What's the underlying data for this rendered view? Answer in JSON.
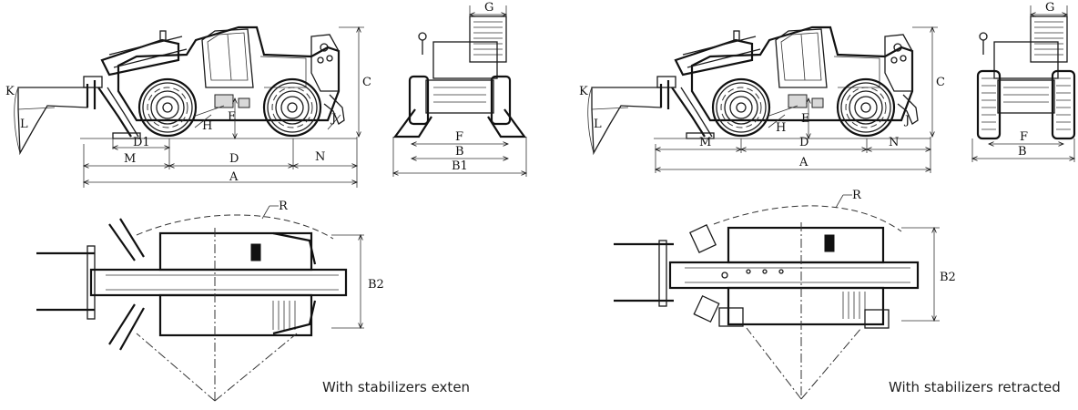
{
  "labels": {
    "a": "A",
    "b": "B",
    "b1": "B1",
    "b2": "B2",
    "c": "C",
    "d": "D",
    "d1": "D1",
    "e": "E",
    "f": "F",
    "g": "G",
    "h": "H",
    "j": "J",
    "k": "K",
    "l": "L",
    "m": "M",
    "n": "N",
    "r": "R"
  },
  "captions": {
    "extended": "With stabilizers exten",
    "retracted": "With stabilizers retracted"
  }
}
